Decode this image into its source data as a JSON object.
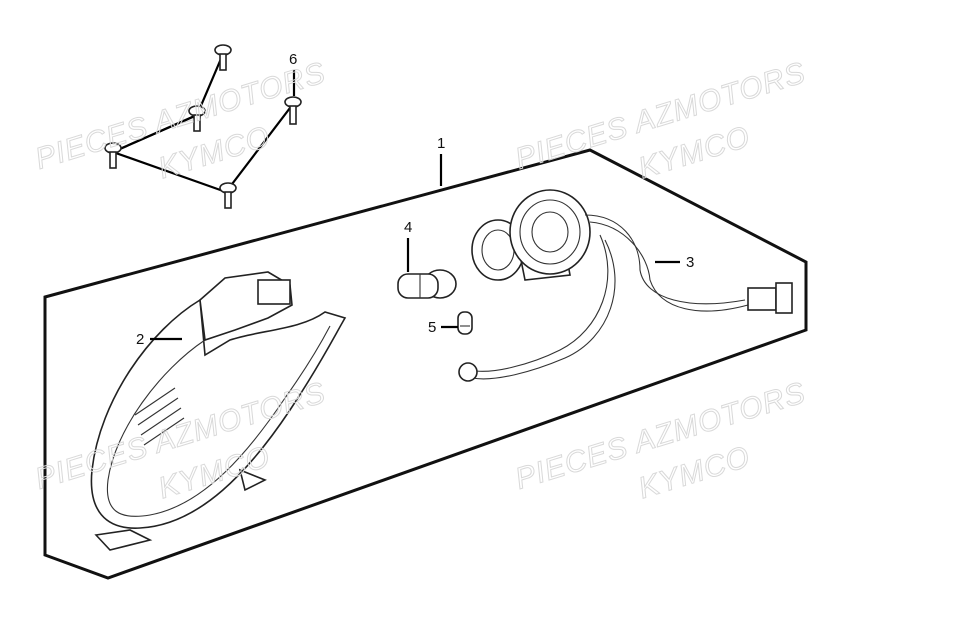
{
  "watermark": {
    "line1": "PIECES AZMOTORS",
    "line2": "KYMCO"
  },
  "callouts": {
    "assembly": "1",
    "lens_housing": "2",
    "socket_harness": "3",
    "main_bulb": "4",
    "position_bulb": "5",
    "screws": "6"
  },
  "colors": {
    "line": "#222222",
    "watermark": "#d9d9d9",
    "background": "#ffffff"
  }
}
